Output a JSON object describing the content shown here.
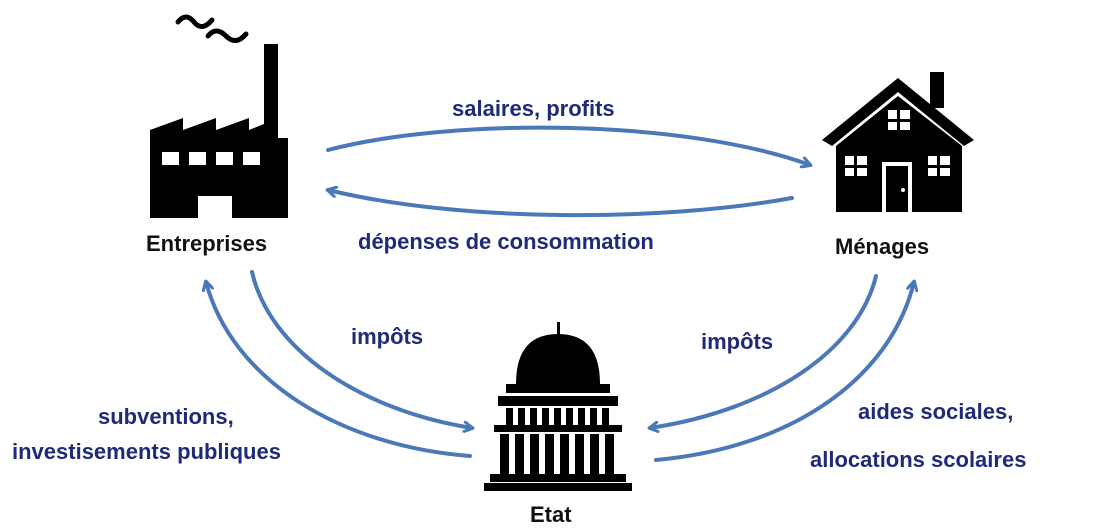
{
  "nodes": {
    "entreprises": "Entreprises",
    "menages": "Ménages",
    "etat": "Etat"
  },
  "flows": {
    "salaires": "salaires, profits",
    "depenses": "dépenses de consommation",
    "impots_entreprises": "impôts",
    "impots_menages": "impôts",
    "subventions_line1": "subventions,",
    "subventions_line2": "investisements publiques",
    "aides_line1": "aides sociales,",
    "aides_line2": "allocations scolaires"
  },
  "colors": {
    "arrow": "#4a78b8",
    "flow_text": "#1f2a78",
    "icon": "#000000"
  }
}
